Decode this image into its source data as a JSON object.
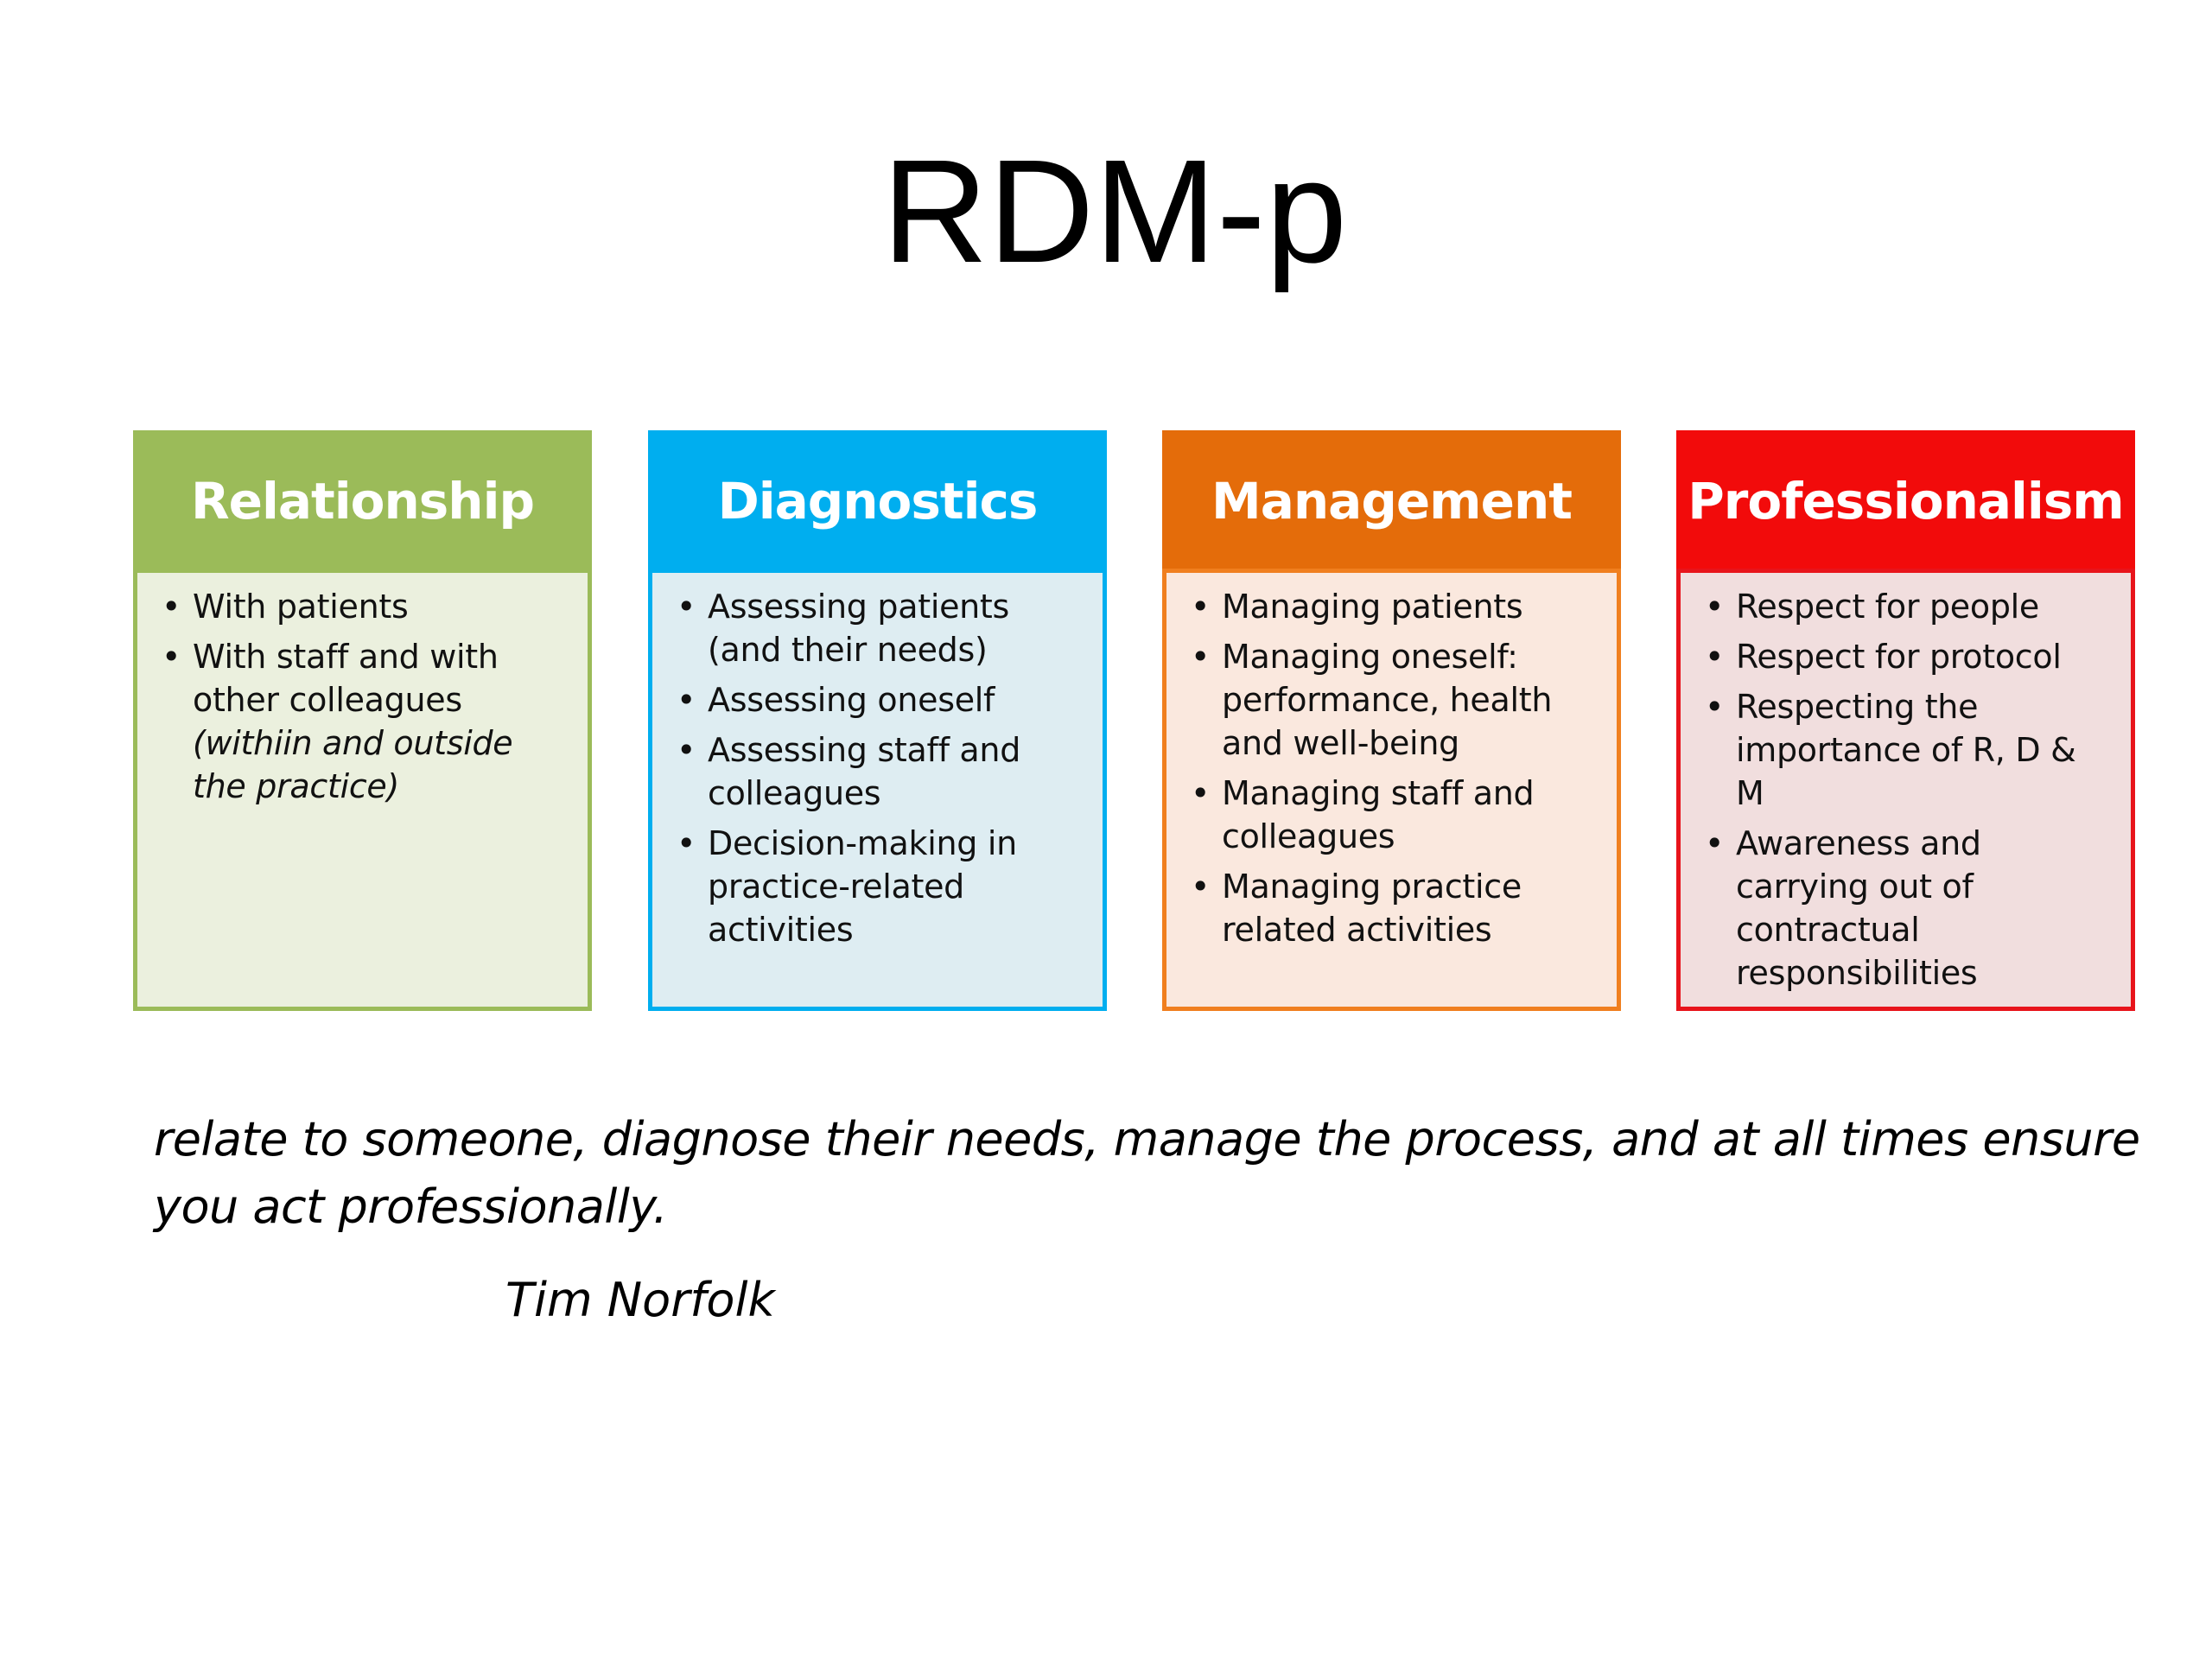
{
  "title": "RDM-p",
  "boxes": [
    {
      "header": "Relationship",
      "header_color": "#9BBB59",
      "border_color": "#9BBB59",
      "body_color": "#EBF0DE",
      "items": [
        {
          "text": "With patients",
          "italic_suffix": ""
        },
        {
          "text": "With staff and with other colleagues ",
          "italic_suffix": "(withiin and outside the practice)"
        }
      ]
    },
    {
      "header": "Diagnostics",
      "header_color": "#00AEEF",
      "border_color": "#00AEEF",
      "body_color": "#DEEDF2",
      "items": [
        {
          "text": "Assessing patients (and their needs)",
          "italic_suffix": ""
        },
        {
          "text": "Assessing oneself",
          "italic_suffix": ""
        },
        {
          "text": "Assessing staff and colleagues",
          "italic_suffix": ""
        },
        {
          "text": "Decision-making in practice-related activities",
          "italic_suffix": ""
        }
      ]
    },
    {
      "header": "Management",
      "header_color": "#E46C0A",
      "border_color": "#F07F1F",
      "body_color": "#FAE8DE",
      "items": [
        {
          "text": "Managing patients",
          "italic_suffix": ""
        },
        {
          "text": "Managing oneself: performance, health and well-being",
          "italic_suffix": ""
        },
        {
          "text": "Managing staff and colleagues",
          "italic_suffix": ""
        },
        {
          "text": "Managing practice related activities",
          "italic_suffix": ""
        }
      ]
    },
    {
      "header": "Professionalism",
      "header_color": "#F20B0B",
      "border_color": "#E8141B",
      "body_color": "#F1DEDE",
      "items": [
        {
          "text": "Respect for people",
          "italic_suffix": ""
        },
        {
          "text": "Respect for protocol",
          "italic_suffix": ""
        },
        {
          "text": "Respecting the importance of R, D & M",
          "italic_suffix": ""
        },
        {
          "text": "Awareness and carrying out of contractual responsibilities",
          "italic_suffix": ""
        }
      ]
    }
  ],
  "quote": "relate to someone, diagnose their needs, manage the process, and at all times ensure you act professionally.",
  "author": "Tim Norfolk"
}
